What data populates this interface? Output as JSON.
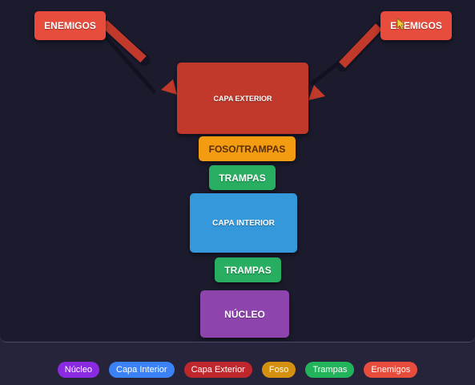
{
  "diagram": {
    "enemies_left": "ENEMIGOS",
    "enemies_right": "ENEMIGOS",
    "outer_layer": "CAPA EXTERIOR",
    "moat": "FOSO/TRAMPAS",
    "traps_upper": "TRAMPAS",
    "inner_layer": "CAPA INTERIOR",
    "traps_lower": "TRAMPAS",
    "core": "NÚCLEO"
  },
  "legend": [
    {
      "label": "Núcleo",
      "color": "#8a2be2"
    },
    {
      "label": "Capa Interior",
      "color": "#3b82f6"
    },
    {
      "label": "Capa Exterior",
      "color": "#c0272d"
    },
    {
      "label": "Foso",
      "color": "#d4900f"
    },
    {
      "label": "Trampas",
      "color": "#22b45a"
    },
    {
      "label": "Enemigos",
      "color": "#e74c3c"
    }
  ],
  "colors": {
    "stage_background": "#1c1b2d",
    "page_background": "#25243a",
    "arrow_color": "#c0392b",
    "arrow_shadow": "#121120"
  },
  "icons": {
    "cursor": "mouse-pointer-icon"
  }
}
